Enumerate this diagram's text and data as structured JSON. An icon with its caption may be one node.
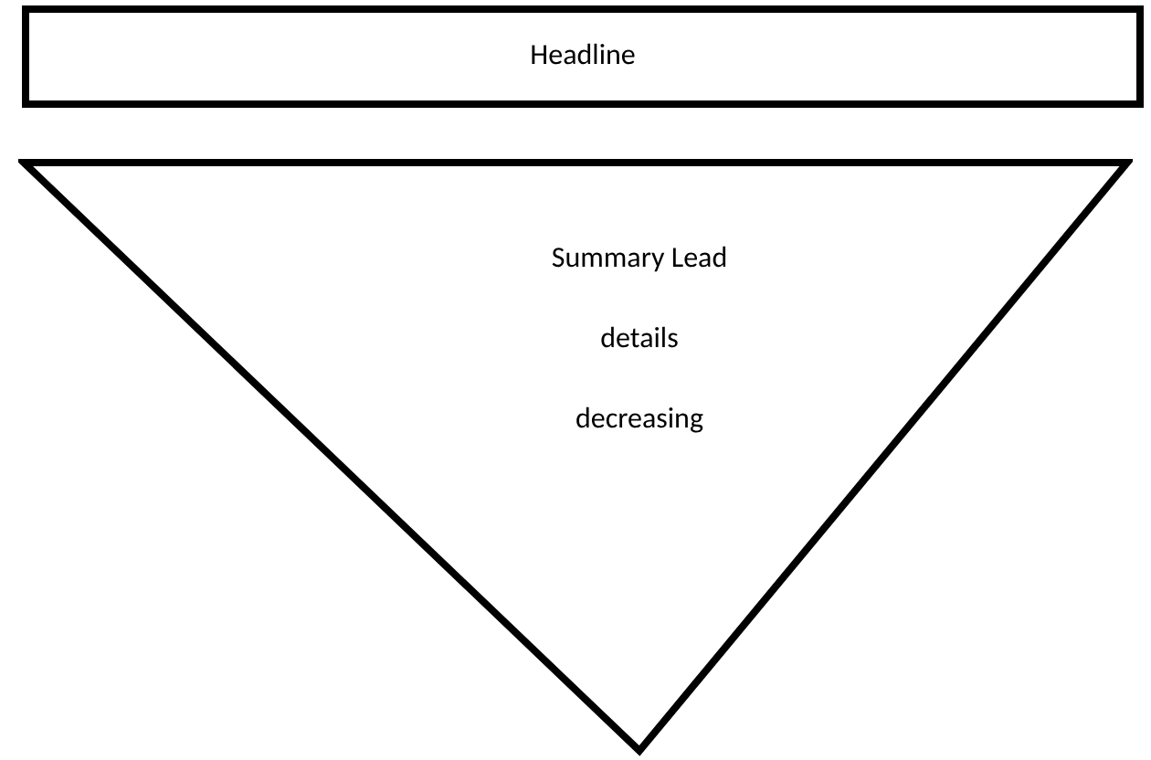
{
  "diagram": {
    "nodes": [
      {
        "text": [
          "Headline"
        ]
      },
      {
        "text": [
          "Summary Lead",
          "details",
          "decreasing"
        ]
      }
    ]
  }
}
